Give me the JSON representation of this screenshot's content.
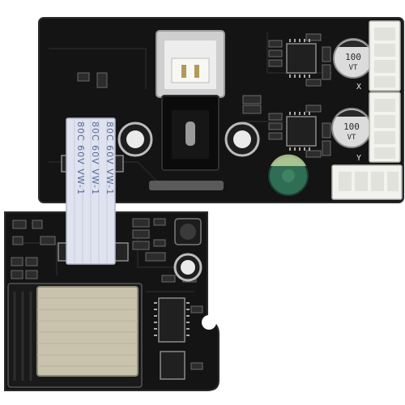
{
  "silkscreen": {
    "label_x": "X",
    "label_y": "Y"
  },
  "capacitors": {
    "cap_top": "100",
    "cap_top_sub": "VT",
    "cap_bottom": "100",
    "cap_bottom_sub": "VT"
  },
  "ribbon": {
    "line1": "80C  60V  VW-1",
    "line2": "80C  60V  VW-1",
    "line3": "80C  60V  VW-1"
  },
  "colors": {
    "pcb": "#141414",
    "pcb_edge": "#2a2a2a",
    "connector": "#f2f2ee",
    "metal": "#d9d9d9",
    "ribbon": "#dfe3ef",
    "module": "#c9c3ad"
  }
}
